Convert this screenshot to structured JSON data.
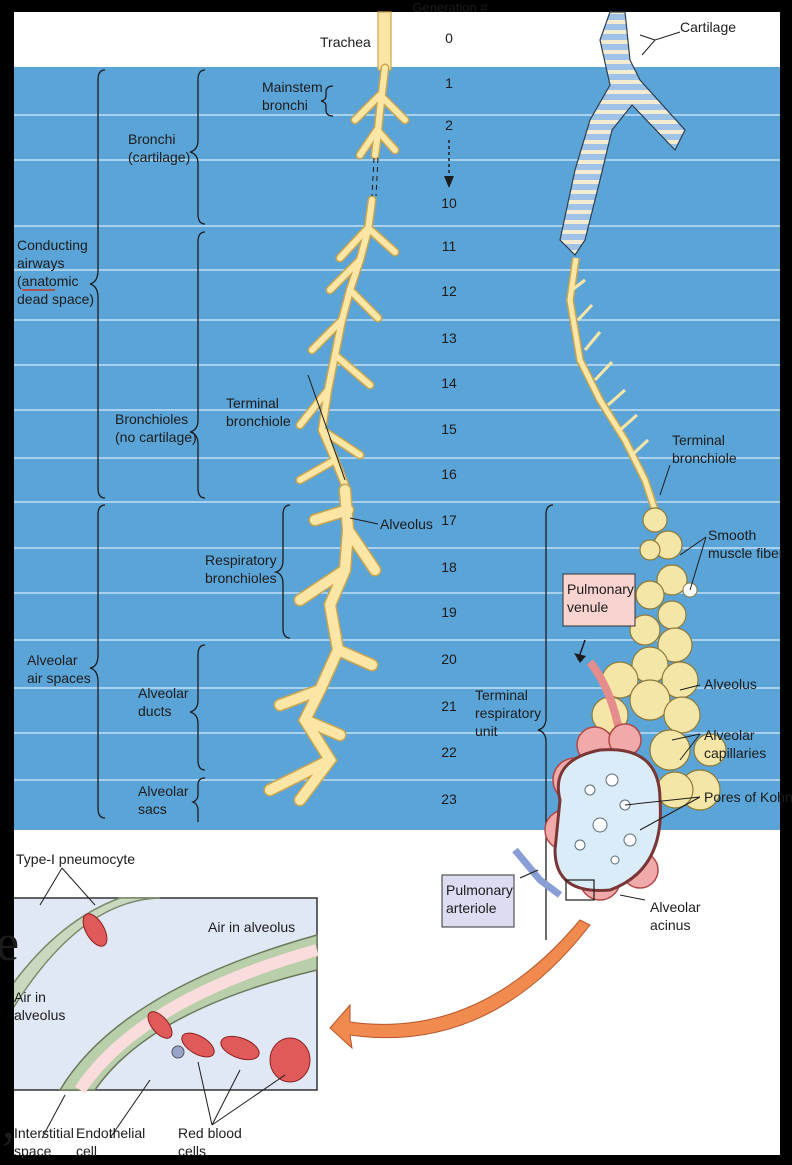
{
  "generation_header": "Generation #",
  "generations": [
    "0",
    "1",
    "2",
    "10",
    "11",
    "12",
    "13",
    "14",
    "15",
    "16",
    "17",
    "18",
    "19",
    "20",
    "21",
    "22",
    "23"
  ],
  "labels": {
    "trachea": "Trachea",
    "mainstem": [
      "Mainstem",
      "bronchi"
    ],
    "bronchi": [
      "Bronchi",
      "(cartilage)"
    ],
    "conducting": [
      "Conducting",
      "airways",
      "(anatomic",
      "dead space)"
    ],
    "terminal_bronchiole_left": [
      "Terminal",
      "bronchiole"
    ],
    "bronchioles": [
      "Bronchioles",
      "(no cartilage)"
    ],
    "alveolus_left": "Alveolus",
    "respiratory_bronchioles": [
      "Respiratory",
      "bronchioles"
    ],
    "alveolar_air_spaces": [
      "Alveolar",
      "air spaces"
    ],
    "alveolar_ducts": [
      "Alveolar",
      "ducts"
    ],
    "alveolar_sacs": [
      "Alveolar",
      "sacs"
    ],
    "terminal_respiratory_unit": [
      "Terminal",
      "respiratory",
      "unit"
    ],
    "cartilage": "Cartilage",
    "terminal_bronchiole_right": [
      "Terminal",
      "bronchiole"
    ],
    "smooth_muscle": [
      "Smooth",
      "muscle fiber"
    ],
    "pulmonary_venule": [
      "Pulmonary",
      "venule"
    ],
    "alveolus_right": "Alveolus",
    "alveolar_capillaries": [
      "Alveolar",
      "capillaries"
    ],
    "pores_of_kohn": "Pores of Kohn",
    "pulmonary_arteriole": [
      "Pulmonary",
      "arteriole"
    ],
    "alveolar_acinus": [
      "Alveolar",
      "acinus"
    ],
    "type1_pneumocyte": "Type-I pneumocyte",
    "air_in_alveolus_right": "Air in alveolus",
    "air_in_alveolus_left": [
      "Air in",
      "alveolus"
    ],
    "interstitial_space": [
      "Interstitial",
      "space"
    ],
    "endothelial_cell": [
      "Endothelial",
      "cell"
    ],
    "red_blood_cells": [
      "Red blood",
      "cells"
    ]
  },
  "overlay_text": {
    "e_glyph": "e",
    "comma_glyph": ","
  },
  "colors": {
    "blue_band": "#5ba4d8",
    "stripe": "#a9d0ee",
    "airway": "#fbe6a6",
    "vessel": "#e58c8c",
    "arrow": "#f08a4e"
  }
}
